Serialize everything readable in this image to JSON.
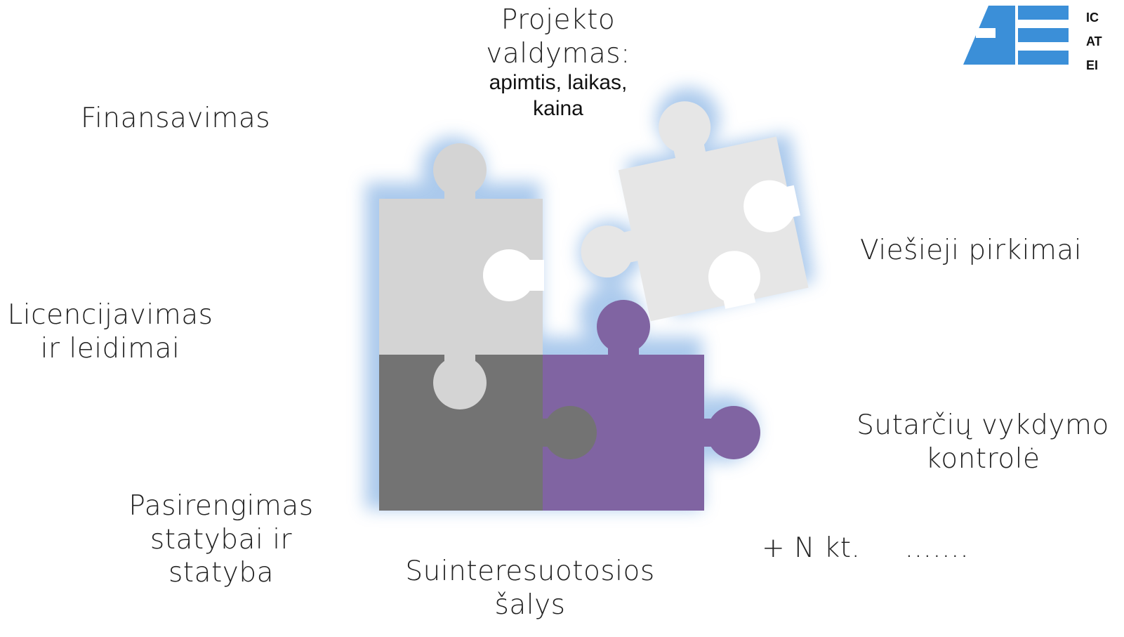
{
  "header": {
    "title_fragment": ""
  },
  "labels": {
    "projektas": {
      "line1": "Projekto",
      "line2": "valdymas:",
      "line3": "apimtis, laikas,",
      "line4": "kaina"
    },
    "finansavimas": "Finansavimas",
    "licencijavimas": {
      "line1": "Licencijavimas",
      "line2": "ir leidimai"
    },
    "viesieji": "Viešieji pirkimai",
    "sutarciu": {
      "line1": "Sutarčių vykdymo",
      "line2": "kontrolė"
    },
    "pasirengimas": {
      "line1": "Pasirengimas",
      "line2": "statybai ir",
      "line3": "statyba"
    },
    "suinteresuotosios": {
      "line1": "Suinteresuotosios",
      "line2": "šalys"
    },
    "nkt": {
      "plus": "+ N kt.",
      "dots": "……."
    }
  },
  "logo": {
    "line1": "IC",
    "line2": "AT",
    "line3": "EI"
  },
  "colors": {
    "piece_light": "#d4d4d4",
    "piece_lightest": "#e6e6e6",
    "piece_dark": "#737373",
    "piece_purple": "#8064a2",
    "glow": "#8fb8e6",
    "logo_blue": "#3b8fd8"
  },
  "icons": {
    "puzzle": "puzzle-pieces-icon",
    "logo": "aee-logo-icon"
  }
}
